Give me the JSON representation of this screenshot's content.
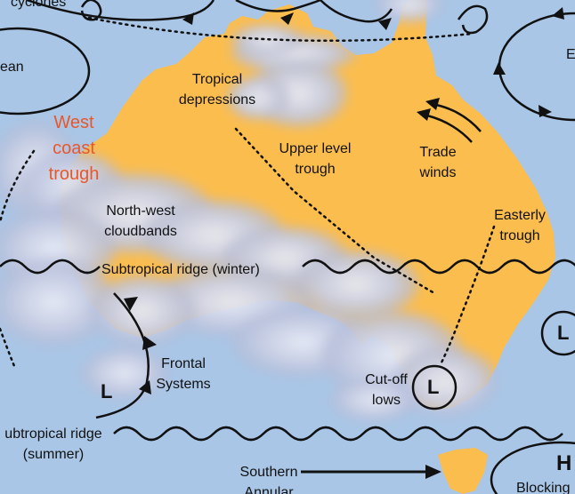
{
  "colors": {
    "ocean": "#a9c6e6",
    "land": "#fbbd4e",
    "cloud": "#c9cfe4",
    "ink": "#111111",
    "highlight_label": "#e8572a"
  },
  "labels": {
    "cyclones": "cyclones",
    "ocean_fragment": "ean",
    "tropical_depressions_1": "Tropical",
    "tropical_depressions_2": "depressions",
    "west_coast_trough_1": "West",
    "west_coast_trough_2": "coast",
    "west_coast_trough_3": "trough",
    "upper_level_trough_1": "Upper level",
    "upper_level_trough_2": "trough",
    "trade_winds_1": "Trade",
    "trade_winds_2": "winds",
    "north_west_cloudbands_1": "North-west",
    "north_west_cloudbands_2": "cloudbands",
    "easterly_trough_1": "Easterly",
    "easterly_trough_2": "trough",
    "subtropical_ridge_winter": "Subtropical ridge (winter)",
    "frontal_systems_1": "Frontal",
    "frontal_systems_2": "Systems",
    "cut_off_lows_1": "Cut-off",
    "cut_off_lows_2": "lows",
    "subtropical_ridge_summer_1": "ubtropical ridge",
    "subtropical_ridge_summer_2": "(summer)",
    "southern_annular_1": "Southern",
    "southern_annular_2": "Annular",
    "blocking": "Blocking",
    "right_edge_E": "E",
    "low_west": "L",
    "low_cutoff": "L",
    "low_east": "L",
    "high_east": "H"
  },
  "icons": {
    "low_pressure": "circled-L",
    "high_pressure": "H",
    "cold_front": "triangle-front",
    "ridge": "wavy-line",
    "trough": "dotted-line",
    "wind": "arrow"
  }
}
